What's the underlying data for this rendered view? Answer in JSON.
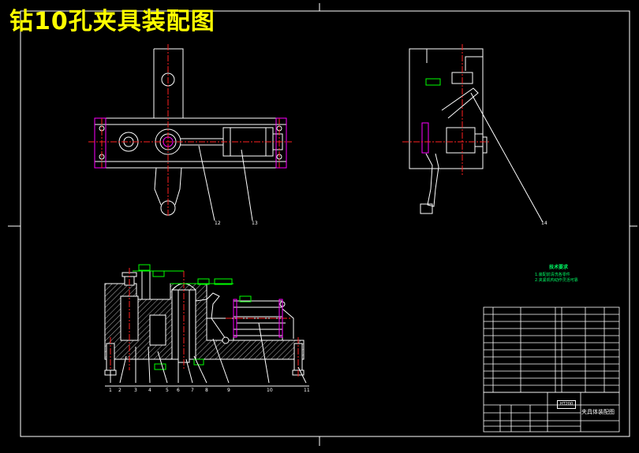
{
  "drawing": {
    "title": "钻10孔夹具装配图",
    "tech_requirements": {
      "heading": "技术要求",
      "lines": [
        "1.装配前清洗各零件",
        "2.夹紧机构动作灵活可靠"
      ]
    },
    "title_block": {
      "name": "夹具体装配图",
      "code": "HT200"
    },
    "balloons_front": [
      "1",
      "2",
      "3",
      "4",
      "5",
      "6",
      "7",
      "8",
      "9",
      "10",
      "11"
    ],
    "balloons_top": [
      "12",
      "13"
    ],
    "balloons_side": [
      "14"
    ]
  },
  "colors": {
    "background": "#000000",
    "outline": "#ffffff",
    "centerline": "#ff2020",
    "dimension": "#00ff00",
    "hidden": "#ff00ff",
    "title": "#ffff00"
  }
}
